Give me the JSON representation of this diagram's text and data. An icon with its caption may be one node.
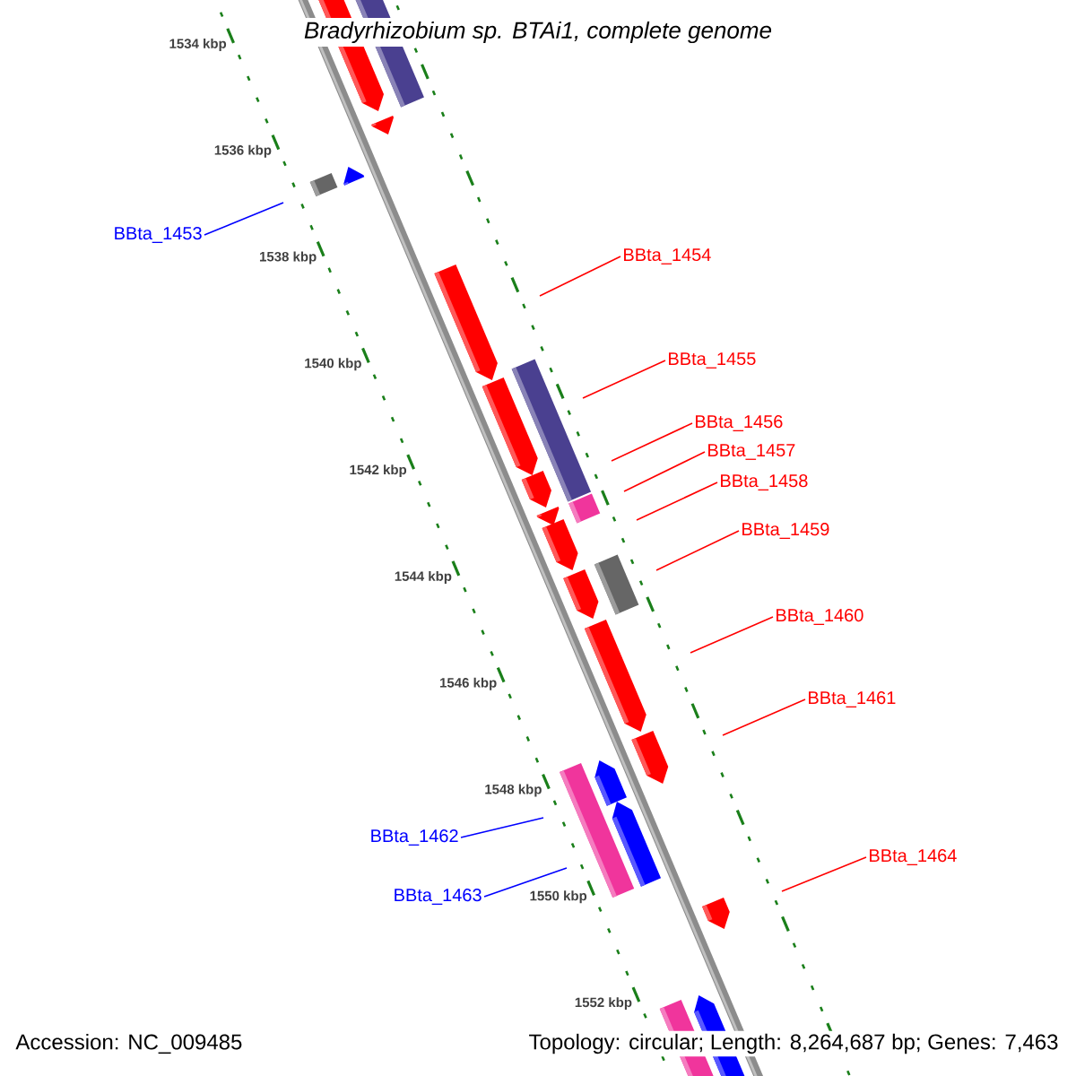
{
  "diagram": {
    "title": "Bradyrhizobium sp. BTAi1, complete genome",
    "nodes": [
      {
        "text": [
          "BBta_1453"
        ]
      },
      {
        "text": [
          "BBta_1454"
        ]
      },
      {
        "text": [
          "BBta_1455"
        ]
      },
      {
        "text": [
          "BBta_1456"
        ]
      },
      {
        "text": [
          "BBta_1457"
        ]
      },
      {
        "text": [
          "BBta_1458"
        ]
      },
      {
        "text": [
          "BBta_1459"
        ]
      },
      {
        "text": [
          "BBta_1460"
        ]
      },
      {
        "text": [
          "BBta_1461"
        ]
      },
      {
        "text": [
          "BBta_1462"
        ]
      },
      {
        "text": [
          "BBta_1463"
        ]
      },
      {
        "text": [
          "BBta_1464"
        ]
      }
    ],
    "edges": [
      {
        "from": 0,
        "to": null,
        "arrow": "none",
        "color": "#0000ff"
      },
      {
        "from": 1,
        "to": null,
        "arrow": "none"
      },
      {
        "from": 2,
        "to": null,
        "arrow": "none"
      },
      {
        "from": 3,
        "to": null,
        "arrow": "none"
      },
      {
        "from": 4,
        "to": null,
        "arrow": "none"
      },
      {
        "from": 5,
        "to": null,
        "arrow": "none"
      },
      {
        "from": 6,
        "to": null,
        "arrow": "none"
      },
      {
        "from": 7,
        "to": null,
        "arrow": "none"
      },
      {
        "from": 8,
        "to": null,
        "arrow": "none"
      },
      {
        "from": 9,
        "to": null,
        "arrow": "none",
        "color": "#0000ff"
      },
      {
        "from": 10,
        "to": null,
        "arrow": "none",
        "color": "#0000ff"
      },
      {
        "from": 11,
        "to": null,
        "arrow": "none"
      }
    ],
    "labels": [
      "1534 kbp",
      "1536 kbp",
      "1538 kbp",
      "1540 kbp",
      "1542 kbp",
      "1544 kbp",
      "1546 kbp",
      "1548 kbp",
      "1550 kbp",
      "1552 kbp",
      "Accession: NC_009485",
      "Topology: circular; Length: 8,264,687 bp; Genes: 7,463"
    ]
  }
}
